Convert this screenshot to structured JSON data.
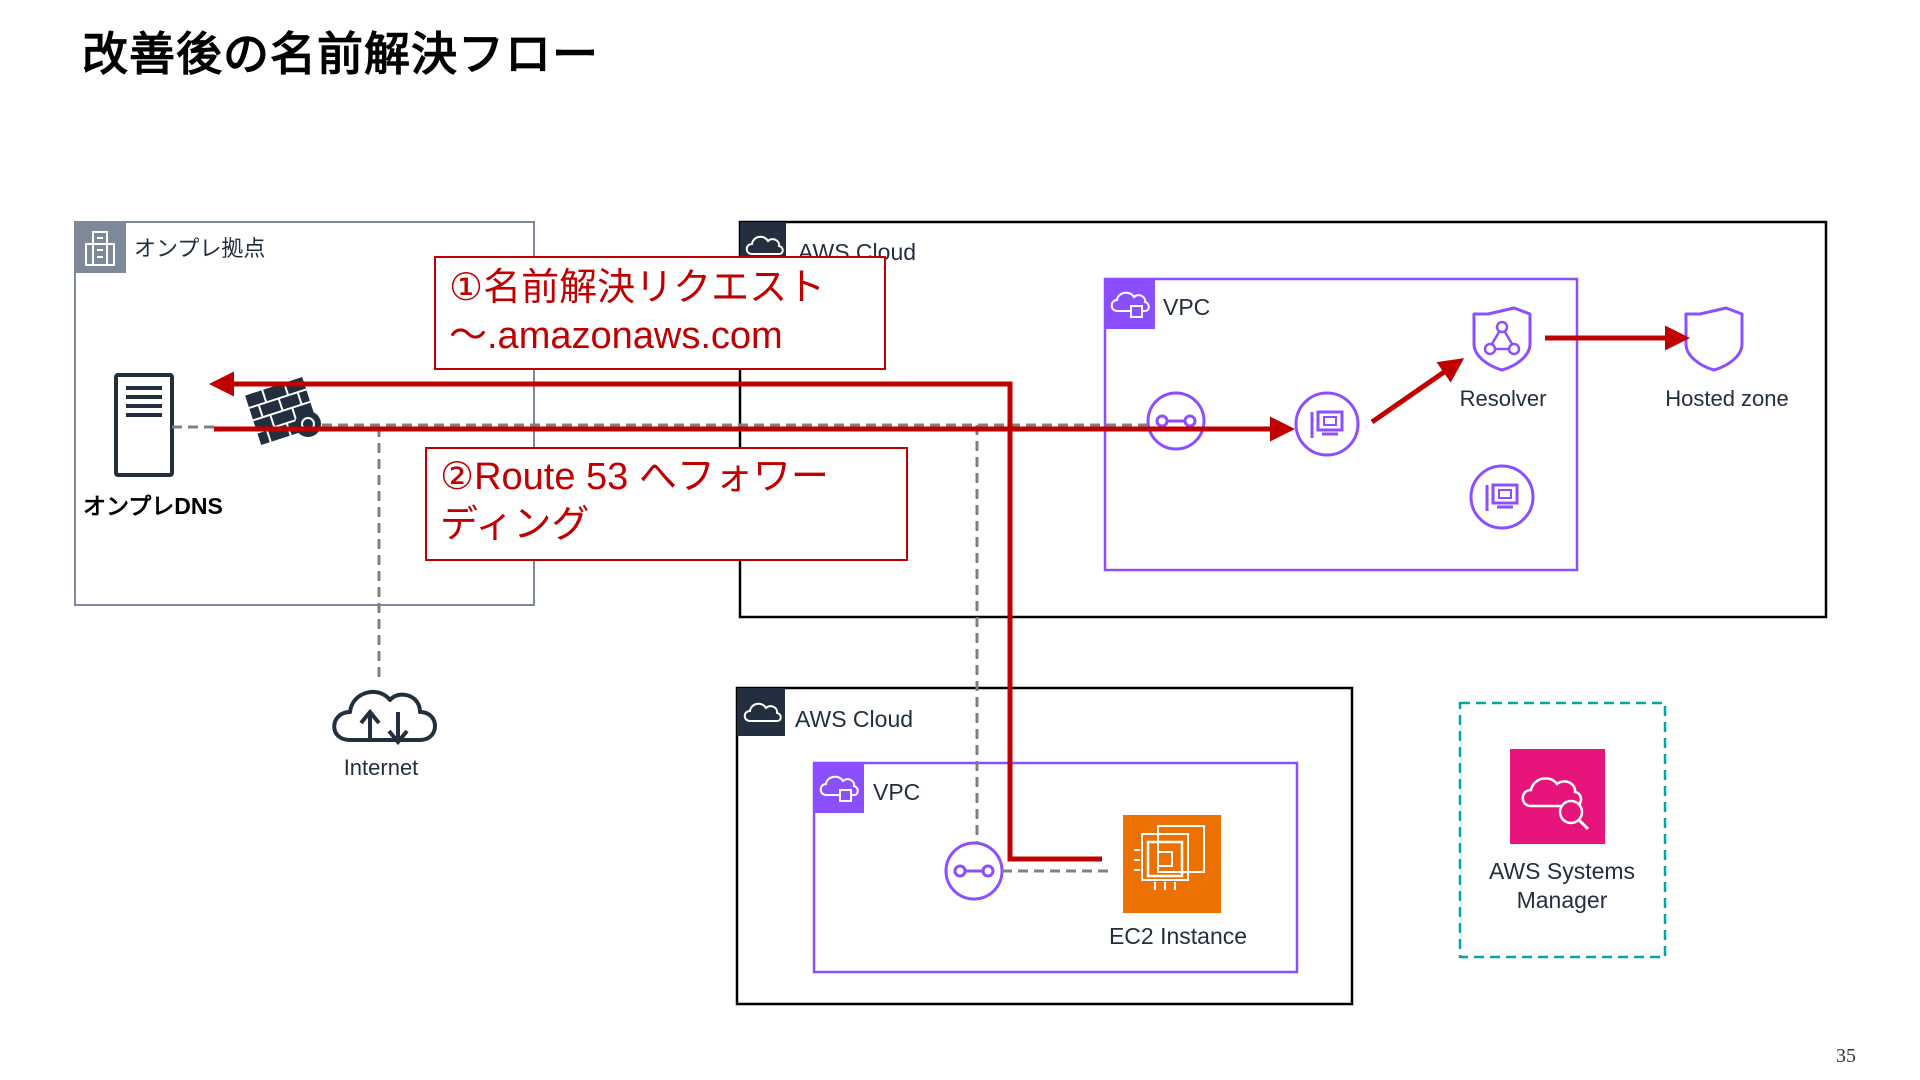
{
  "title": "改善後の名前解決フロー",
  "page_number": "35",
  "onprem": {
    "group_label": "オンプレ拠点",
    "dns_label": "オンプレDNS",
    "internet_label": "Internet"
  },
  "aws_cloud_main": {
    "label": "AWS Cloud",
    "vpc_label": "VPC",
    "resolver_label": "Resolver",
    "hosted_zone_label": "Hosted zone"
  },
  "aws_cloud_sub": {
    "label": "AWS Cloud",
    "vpc_label": "VPC",
    "ec2_label": "EC2 Instance"
  },
  "ssm": {
    "line1": "AWS Systems",
    "line2": "Manager"
  },
  "callouts": {
    "request_line1": "①名前解決リクエスト",
    "request_line2": "～.amazonaws.com",
    "forward_line1": "②Route 53 へフォワー",
    "forward_line2": "ディング"
  },
  "colors": {
    "flow_red": "#c00000",
    "vpc_purple": "#8c4fff",
    "ec2_orange": "#ed7100",
    "ssm_pink": "#e7157b",
    "ssm_border": "#00a4a6",
    "group_gray": "#7d8998",
    "cloud_dark": "#232f3e"
  },
  "icons": [
    "building-icon",
    "server-icon",
    "firewall-icon",
    "cloud-icon",
    "internet-icon",
    "vpc-lock-icon",
    "vpc-endpoint-icon",
    "network-interface-icon",
    "resolver-icon",
    "hosted-zone-icon",
    "ec2-icon",
    "systems-manager-icon"
  ]
}
